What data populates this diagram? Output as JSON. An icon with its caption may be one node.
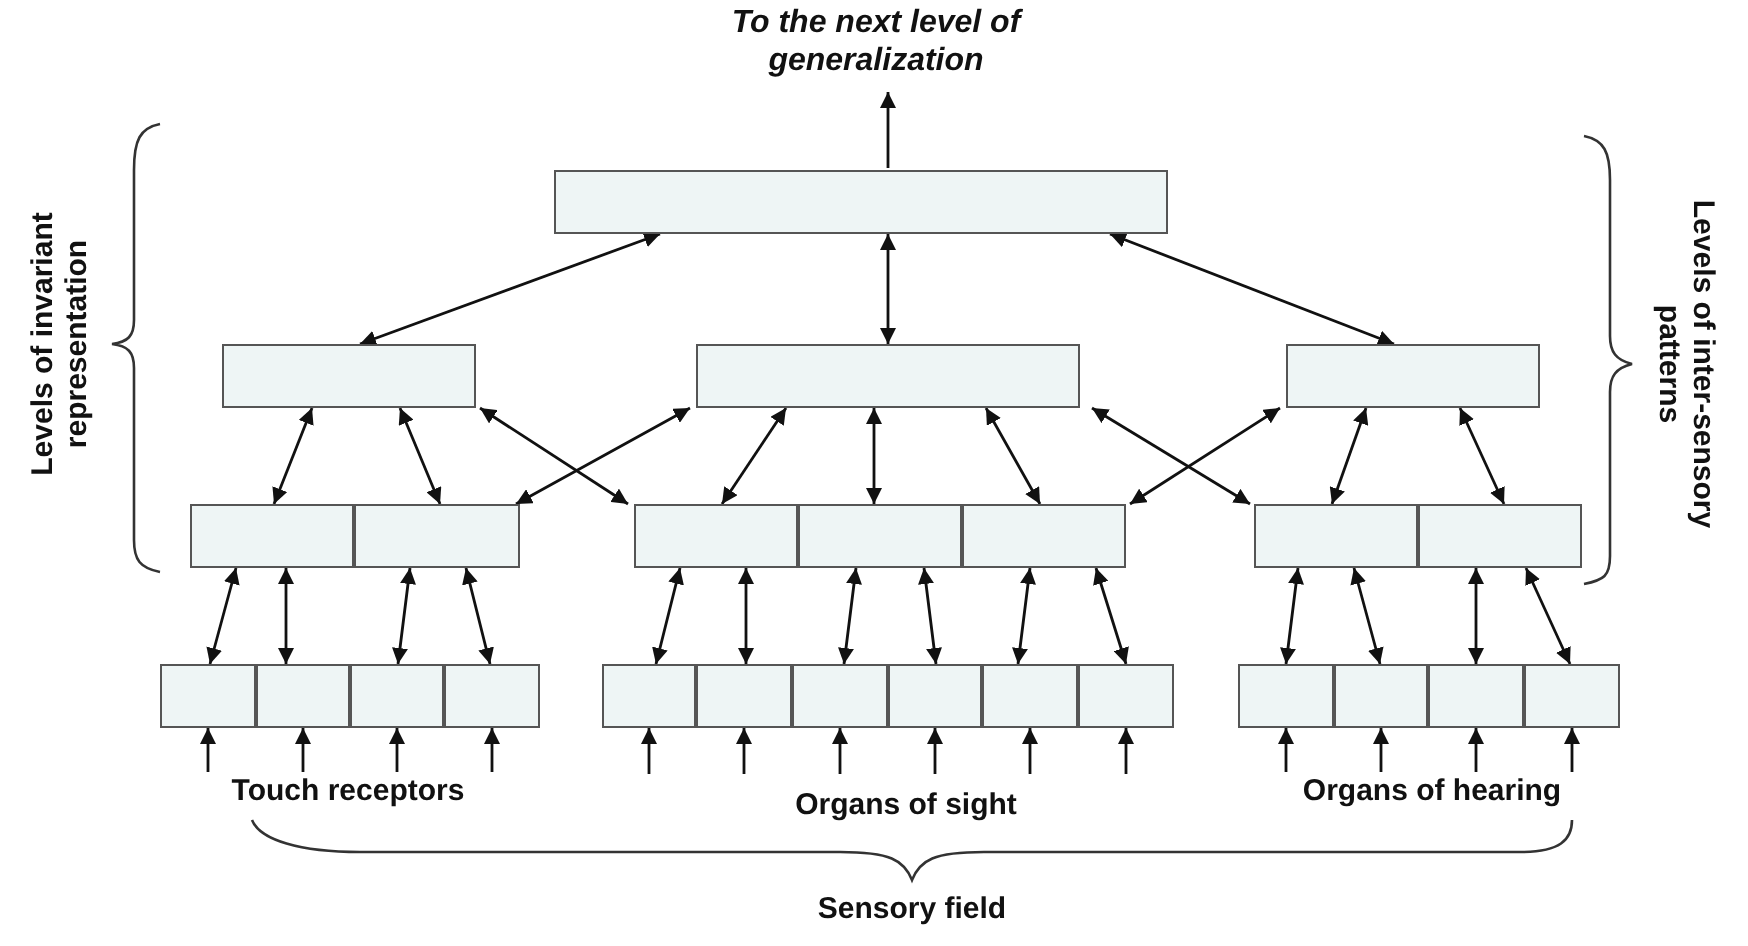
{
  "diagram": {
    "nodes": [
      {
        "text": [
          "To the next level of generalization"
        ]
      },
      {
        "text": [],
        "shape": "box"
      },
      {
        "text": [],
        "shape": "box"
      },
      {
        "text": [],
        "shape": "box"
      },
      {
        "text": [],
        "shape": "box"
      },
      {
        "text": [],
        "shape": "box"
      },
      {
        "text": [],
        "shape": "box"
      },
      {
        "text": [],
        "shape": "box"
      },
      {
        "text": [],
        "shape": "box"
      },
      {
        "text": [],
        "shape": "box"
      },
      {
        "text": [],
        "shape": "box"
      },
      {
        "text": [],
        "shape": "box"
      },
      {
        "text": [],
        "shape": "box"
      },
      {
        "text": [],
        "shape": "box"
      },
      {
        "text": [],
        "shape": "box"
      },
      {
        "text": [],
        "shape": "box"
      },
      {
        "text": [],
        "shape": "box"
      },
      {
        "text": [],
        "shape": "box"
      },
      {
        "text": [],
        "shape": "box"
      },
      {
        "text": [],
        "shape": "box"
      },
      {
        "text": [],
        "shape": "box"
      },
      {
        "text": [],
        "shape": "box"
      },
      {
        "text": [],
        "shape": "box"
      },
      {
        "text": [],
        "shape": "box"
      },
      {
        "text": [],
        "shape": "box"
      },
      {
        "text": [],
        "shape": "box"
      },
      {
        "text": [
          "Touch receptors"
        ]
      },
      {
        "text": [
          "Organs of sight"
        ]
      },
      {
        "text": [
          "Organs of hearing"
        ]
      }
    ],
    "edges": [
      {
        "from": 1,
        "to": 0,
        "arrow": "to"
      },
      {
        "from": 1,
        "to": 2,
        "arrow": "both"
      },
      {
        "from": 1,
        "to": 3,
        "arrow": "both"
      },
      {
        "from": 1,
        "to": 4,
        "arrow": "both"
      },
      {
        "from": 2,
        "to": 5,
        "arrow": "both"
      },
      {
        "from": 2,
        "to": 6,
        "arrow": "both"
      },
      {
        "from": 2,
        "to": 7,
        "arrow": "both"
      },
      {
        "from": 3,
        "to": 6,
        "arrow": "both"
      },
      {
        "from": 3,
        "to": 7,
        "arrow": "both"
      },
      {
        "from": 3,
        "to": 8,
        "arrow": "both"
      },
      {
        "from": 3,
        "to": 9,
        "arrow": "both"
      },
      {
        "from": 3,
        "to": 10,
        "arrow": "both"
      },
      {
        "from": 4,
        "to": 9,
        "arrow": "both"
      },
      {
        "from": 4,
        "to": 10,
        "arrow": "both"
      },
      {
        "from": 4,
        "to": 11,
        "arrow": "both"
      },
      {
        "from": 5,
        "to": 12,
        "arrow": "both"
      },
      {
        "from": 5,
        "to": 13,
        "arrow": "both"
      },
      {
        "from": 6,
        "to": 14,
        "arrow": "both"
      },
      {
        "from": 6,
        "to": 15,
        "arrow": "both"
      },
      {
        "from": 7,
        "to": 16,
        "arrow": "both"
      },
      {
        "from": 7,
        "to": 17,
        "arrow": "both"
      },
      {
        "from": 8,
        "to": 18,
        "arrow": "both"
      },
      {
        "from": 8,
        "to": 19,
        "arrow": "both"
      },
      {
        "from": 9,
        "to": 20,
        "arrow": "both"
      },
      {
        "from": 9,
        "to": 21,
        "arrow": "both"
      },
      {
        "from": 10,
        "to": 22,
        "arrow": "both"
      },
      {
        "from": 10,
        "to": 23,
        "arrow": "both"
      },
      {
        "from": 11,
        "to": 24,
        "arrow": "both"
      },
      {
        "from": 11,
        "to": 25,
        "arrow": "both"
      },
      {
        "from": 26,
        "to": 12,
        "arrow": "to"
      },
      {
        "from": 26,
        "to": 13,
        "arrow": "to"
      },
      {
        "from": 26,
        "to": 14,
        "arrow": "to"
      },
      {
        "from": 26,
        "to": 15,
        "arrow": "to"
      },
      {
        "from": 27,
        "to": 16,
        "arrow": "to"
      },
      {
        "from": 27,
        "to": 17,
        "arrow": "to"
      },
      {
        "from": 27,
        "to": 18,
        "arrow": "to"
      },
      {
        "from": 27,
        "to": 19,
        "arrow": "to"
      },
      {
        "from": 27,
        "to": 20,
        "arrow": "to"
      },
      {
        "from": 27,
        "to": 21,
        "arrow": "to"
      },
      {
        "from": 28,
        "to": 22,
        "arrow": "to"
      },
      {
        "from": 28,
        "to": 23,
        "arrow": "to"
      },
      {
        "from": 28,
        "to": 24,
        "arrow": "to"
      },
      {
        "from": 28,
        "to": 25,
        "arrow": "to"
      }
    ],
    "labels": [
      "Levels of invariant representation",
      "Levels of inter-sensory patterns",
      "Sensory field"
    ]
  }
}
